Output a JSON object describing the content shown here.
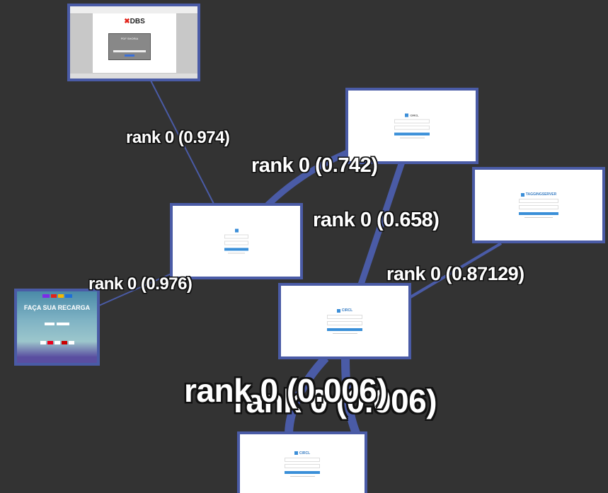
{
  "edges": [
    {
      "label": "rank 0 (0.974)"
    },
    {
      "label": "rank 0 (0.742)"
    },
    {
      "label": "rank 0 (0.658)"
    },
    {
      "label": "rank 0 (0.87129)"
    },
    {
      "label": "rank 0 (0.976)"
    },
    {
      "label": "rank 0 (0.006)"
    },
    {
      "label": "rank 0 (0.006)"
    }
  ],
  "nodes": {
    "dbs": {
      "brand": "DBS",
      "dialog_title": "PDF SHORIA"
    },
    "recarga": {
      "title": "FAÇA SUA RECARGA"
    },
    "tagging": {
      "brand": "TAGGINGSERVER"
    },
    "circl": {
      "brand": "CIRCL"
    }
  },
  "colors": {
    "edge": "#4a5ba6",
    "background": "#333333"
  }
}
